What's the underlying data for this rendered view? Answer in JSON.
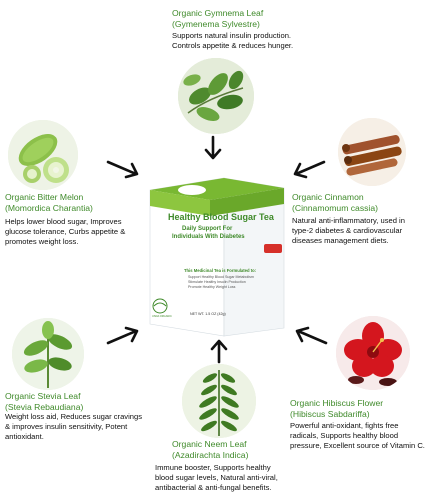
{
  "ingredients": {
    "gymnema": {
      "name": "Organic Gymnema Leaf",
      "latin": "(Gymenema Sylvestre)",
      "desc1": "Supports natural insulin production.",
      "desc2": "Controls appetite & reduces hunger."
    },
    "melon": {
      "name": "Organic Bitter Melon",
      "latin": "(Momordica Charantia)",
      "desc1": "Helps lower blood sugar, Improves",
      "desc2": "glucose tolerance, Curbs appetite &",
      "desc3": "promotes weight loss."
    },
    "cinnamon": {
      "name": "Organic Cinnamon",
      "latin": "(Cinnamomum cassia)",
      "desc1": "Natural anti-inflammatory, used in",
      "desc2": "type-2 diabetes & cardiovascular",
      "desc3": "diseases management diets."
    },
    "stevia": {
      "name": "Organic Stevia Leaf",
      "latin": "(Stevia Rebaudiana)",
      "desc1": "Weight loss aid, Reduces sugar cravings",
      "desc2": "& improves insulin sensitivity, Potent",
      "desc3": "antioxidant."
    },
    "neem": {
      "name": "Organic Neem Leaf",
      "latin": "(Azadirachta Indica)",
      "desc1": "Immune booster, Supports healthy",
      "desc2": "blood sugar levels, Natural anti-viral,",
      "desc3": "antibacterial & anti-fungal benefits."
    },
    "hibiscus": {
      "name": "Organic Hibiscus Flower",
      "latin": "(Hibiscus Sabdariffa)",
      "desc1": "Powerful anti-oxidant, fights free",
      "desc2": "radicals, Supports healthy blood",
      "desc3": "pressure, Excellent source of Vitamin C."
    }
  },
  "product": {
    "name": "Healthy Blood Sugar Tea",
    "tag1": "Daily Support For",
    "tag2": "Individuals With Diabetes",
    "formulated": "This Medicinal Tea is Formulated to:",
    "b1": "Support Healthy Blood Sugar Metabolism",
    "b2": "Stimulate Healthy Insulin Production",
    "b3": "Promote Healthy Weight Loss",
    "net": "NET WT. 1.5 OZ (42g)",
    "usda": "USDA ORGANIC"
  },
  "colors": {
    "title_green": "#3f8a2a",
    "box_green": "#79b832",
    "badge_red": "#d6302a"
  }
}
